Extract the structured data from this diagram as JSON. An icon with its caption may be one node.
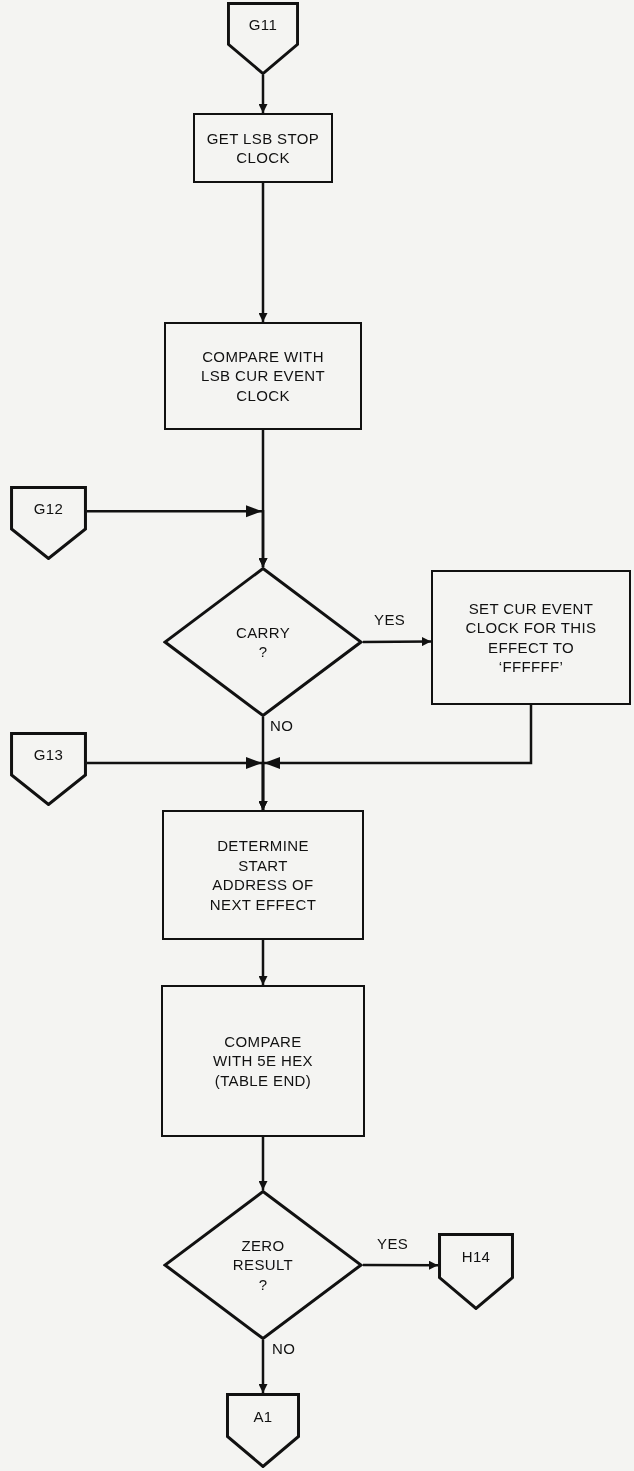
{
  "diagram": {
    "nodes": [
      {
        "text": [
          "G11"
        ]
      },
      {
        "text": [
          "GET LSB STOP CLOCK"
        ]
      },
      {
        "text": [
          "COMPARE WITH LSB CUR EVENT CLOCK"
        ]
      },
      {
        "text": [
          "G12"
        ]
      },
      {
        "text": [
          "CARRY ?"
        ]
      },
      {
        "text": [
          "SET CUR EVENT CLOCK FOR THIS EFFECT TO ‘FFFFFF’"
        ]
      },
      {
        "text": [
          "G13"
        ]
      },
      {
        "text": [
          "DETERMINE START ADDRESS OF NEXT EFFECT"
        ]
      },
      {
        "text": [
          "COMPARE WITH 5E HEX (TABLE END)"
        ]
      },
      {
        "text": [
          "ZERO RESULT ?"
        ]
      },
      {
        "text": [
          "H14"
        ]
      },
      {
        "text": [
          "A1"
        ]
      }
    ],
    "edges": [
      {
        "from": 0,
        "to": 1,
        "arrow": "to"
      },
      {
        "from": 1,
        "to": 2,
        "arrow": "to"
      },
      {
        "from": 2,
        "to": 4,
        "arrow": "to"
      },
      {
        "from": 3,
        "to": 4,
        "arrow": "to"
      },
      {
        "from": 4,
        "to": 5,
        "arrow": "to",
        "label": "YES"
      },
      {
        "from": 4,
        "to": 7,
        "arrow": "to",
        "label": "NO"
      },
      {
        "from": 5,
        "to": 7,
        "arrow": "to"
      },
      {
        "from": 6,
        "to": 7,
        "arrow": "to"
      },
      {
        "from": 7,
        "to": 8,
        "arrow": "to"
      },
      {
        "from": 8,
        "to": 9,
        "arrow": "to"
      },
      {
        "from": 9,
        "to": 10,
        "arrow": "to",
        "label": "YES"
      },
      {
        "from": 9,
        "to": 11,
        "arrow": "to",
        "label": "NO"
      }
    ]
  }
}
